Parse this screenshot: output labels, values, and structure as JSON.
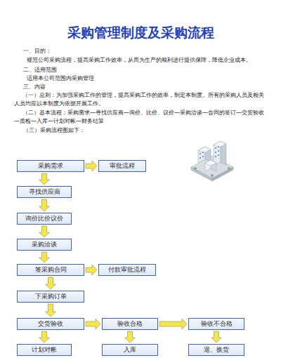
{
  "diagram": {
    "title": "采购管理制度及采购流程",
    "nodes": [
      {
        "text": [
          "采购需求"
        ]
      },
      {
        "text": [
          "审批流程"
        ]
      },
      {
        "text": [
          "寻找供应商"
        ]
      },
      {
        "text": [
          "询价比价议价"
        ]
      },
      {
        "text": [
          "采购洽谈"
        ]
      },
      {
        "text": [
          "签采购合同"
        ]
      },
      {
        "text": [
          "付款审批流程"
        ]
      },
      {
        "text": [
          "下采购订单"
        ]
      },
      {
        "text": [
          "交货验收"
        ]
      },
      {
        "text": [
          "验收合格"
        ]
      },
      {
        "text": [
          "验收不合格"
        ]
      },
      {
        "text": [
          "计划对帐"
        ]
      },
      {
        "text": [
          "入库"
        ]
      },
      {
        "text": [
          "退、换货"
        ]
      }
    ],
    "edges": [
      {
        "from": 0,
        "to": 1,
        "arrow": "to"
      },
      {
        "from": 0,
        "to": 2,
        "arrow": "to"
      },
      {
        "from": 2,
        "to": 3,
        "arrow": "to"
      },
      {
        "from": 3,
        "to": 4,
        "arrow": "to"
      },
      {
        "from": 4,
        "to": 5,
        "arrow": "to"
      },
      {
        "from": 5,
        "to": 6,
        "arrow": "to"
      },
      {
        "from": 5,
        "to": 7,
        "arrow": "to"
      },
      {
        "from": 7,
        "to": 8,
        "arrow": "to"
      },
      {
        "from": 8,
        "to": 9,
        "arrow": "to"
      },
      {
        "from": 9,
        "to": 10,
        "arrow": "to"
      },
      {
        "from": 8,
        "to": 11,
        "arrow": "to"
      },
      {
        "from": 9,
        "to": 12,
        "arrow": "to"
      },
      {
        "from": 10,
        "to": 13,
        "arrow": "to"
      }
    ],
    "labels": [
      "一、目的：",
      "规范公司采购流程，提高采购工作效率，从而为生产的顺利进行提供保障，降低企业成本。",
      "二、适用范围",
      "适用本公司范围内采购管理",
      "三、内容",
      "（一）总则：为加强采购工作的管理，提高采购工作的效率，制定本制度。所有的采购人员及相关人员均应以本制度为依据开展工作。",
      "（二）基本流程：采购需求—寻找供应商—询价、比价、议价—采购洽谈—合同的签订—交货验收—质检—入库—计划对帐—财务结算",
      "（三）采购流程图如下："
    ]
  }
}
